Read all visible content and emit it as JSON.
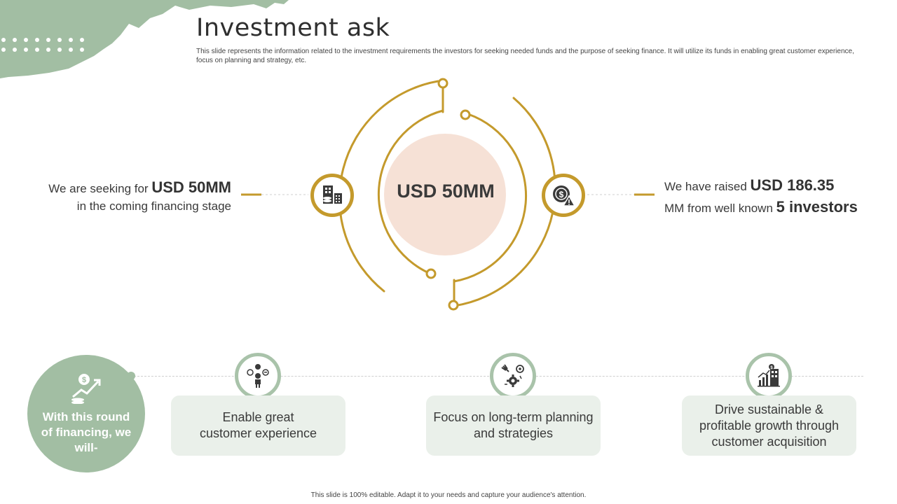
{
  "title": "Investment ask",
  "subtitle": "This slide represents the information related to the investment requirements the investors for seeking needed funds and the purpose of seeking finance. It will utilize its funds in enabling great customer experience, focus on planning and strategy, etc.",
  "center": {
    "value": "USD 50MM"
  },
  "left_text": {
    "prefix": "We are seeking for ",
    "amount": "USD 50MM",
    "suffix": "in the coming financing stage"
  },
  "right_text": {
    "prefix": "We have raised ",
    "amount": "USD 186.35",
    "mid": "MM from well known ",
    "investors": "5 investors"
  },
  "icons": {
    "left": "building-finance-icon",
    "right": "dollar-risk-icon",
    "intro": "money-growth-icon",
    "card1": "customer-rating-icon",
    "card2": "strategy-gear-icon",
    "card3": "growth-chart-icon"
  },
  "intro": {
    "text": "With this round of financing, we will-"
  },
  "cards": [
    {
      "line1": "Enable great",
      "line2": "customer experience"
    },
    {
      "line1": "Focus on long-term planning",
      "line2": "and strategies"
    },
    {
      "line1": "Drive sustainable &",
      "line2": "profitable growth through",
      "line3": "customer acquisition"
    }
  ],
  "footer": "This slide is 100% editable. Adapt it to your needs and capture your audience's attention.",
  "colors": {
    "gold": "#c49a2c",
    "sage": "#a2bea3",
    "card_bg": "#eaf0ea",
    "center_fill": "#f6e1d6"
  }
}
